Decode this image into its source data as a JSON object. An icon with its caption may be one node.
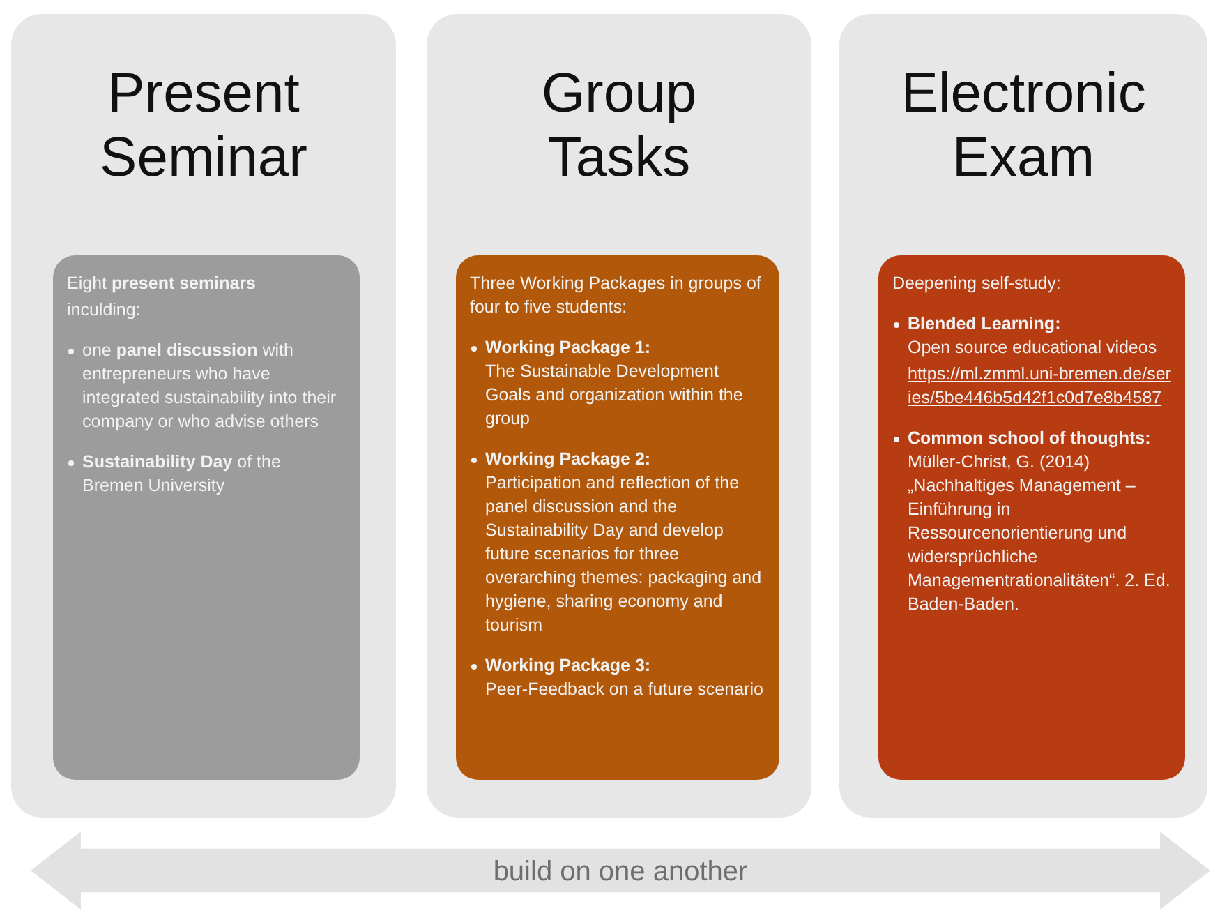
{
  "diagram": {
    "nodes": [
      {
        "text": [
          "Present Seminar"
        ]
      },
      {
        "text": [
          "Eight **present seminars**",
          "inculding:",
          "one **panel discussion** with entrepreneurs who have integrated sustainability into their company or who advise others",
          "**Sustainability Day** of the Bremen University"
        ],
        "in": 0
      },
      {
        "text": [
          "Group Tasks"
        ]
      },
      {
        "text": [
          "Three Working Packages in groups of four to five students:",
          "**Working Package 1:** The Sustainable Development Goals and organization within the group",
          "**Working Package 2:** Participation and reflection of the panel discussion and the Sustainability Day and develop future scenarios for three overarching themes: packaging and hygiene, sharing economy and tourism",
          "**Working Package 3:** Peer-Feedback on a future scenario"
        ],
        "in": 2
      },
      {
        "text": [
          "Electronic Exam"
        ]
      },
      {
        "text": [
          "Deepening self-study:",
          "**Blended Learning:** Open source educational videos",
          "https://ml.zmml.uni-bremen.de/series/5be446b5d42f1c0d7e8b4587",
          "**Common school of thoughts:** Müller-Christ, G. (2014) „Nachhaltiges Management –Einführung in Ressourcenorientierung und widersprüchliche Managementrationalitäten“. 2. Ed. Baden-Baden."
        ],
        "in": 4
      },
      {
        "text": [
          "build on one another"
        ]
      }
    ],
    "edges": []
  }
}
